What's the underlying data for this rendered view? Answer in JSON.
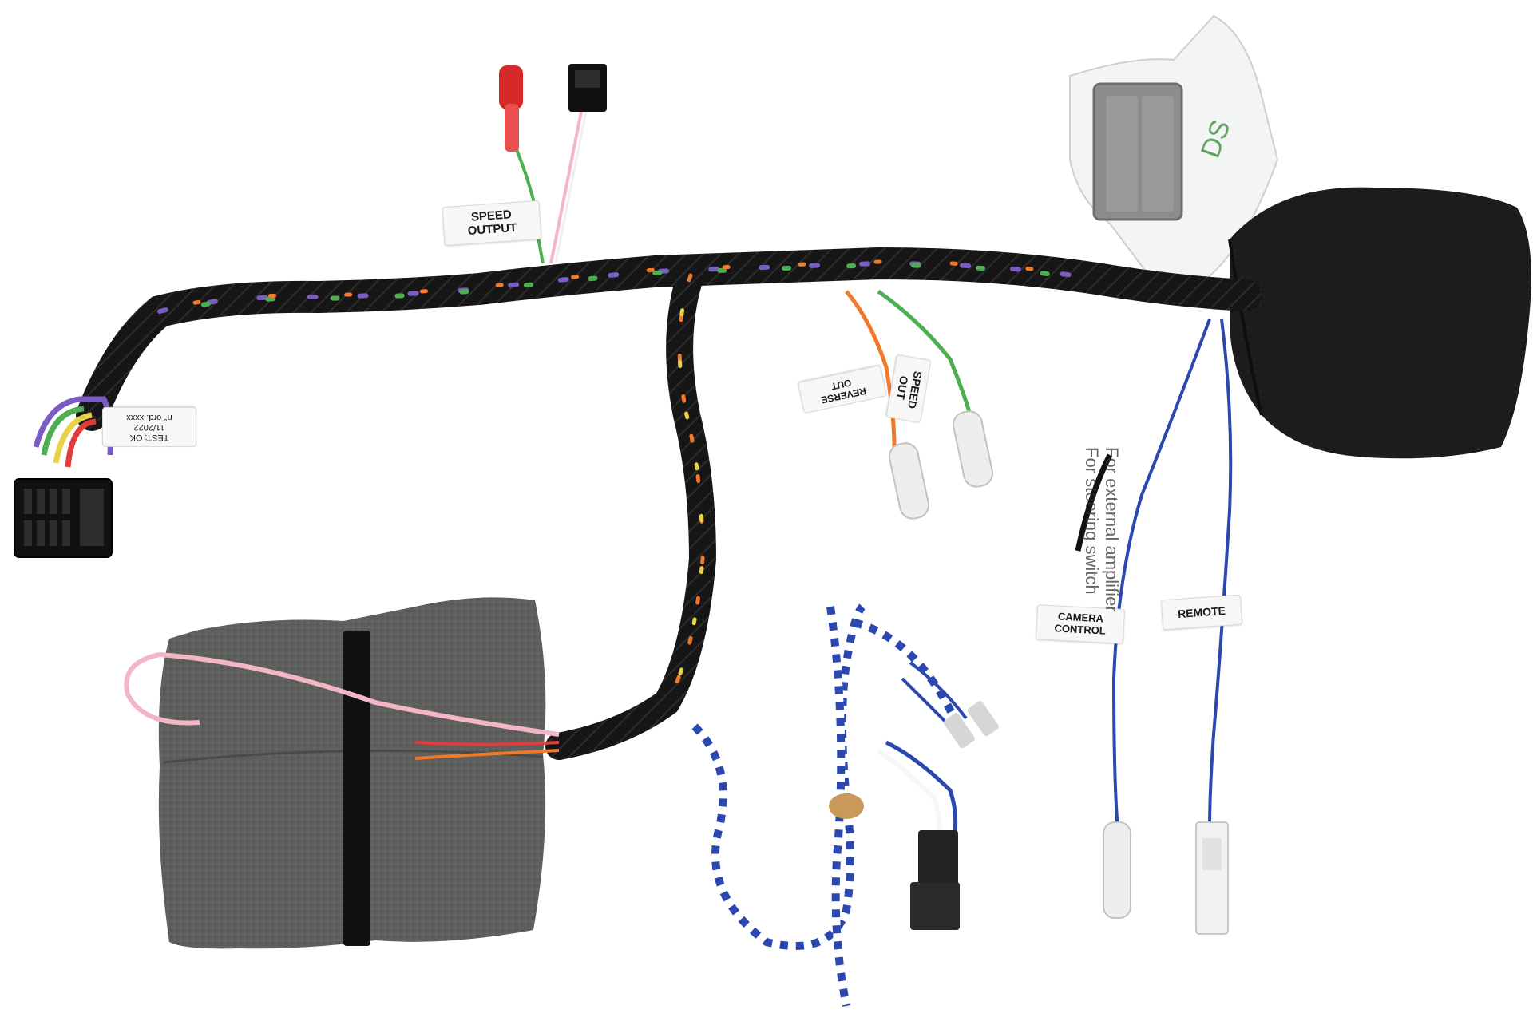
{
  "photo_subject": "radio wiring harness",
  "labels": {
    "speed_output": [
      "SPEED",
      "OUTPUT"
    ],
    "reverse_out": [
      "REVERSE",
      "OUT"
    ],
    "speed_out": [
      "SPEED",
      "OUT"
    ],
    "camera_control": [
      "CAMERA",
      "CONTROL"
    ],
    "remote": "REMOTE",
    "test_tag": [
      "TEST: OK",
      "11/2022",
      "n° ord. xxxx"
    ],
    "sticker_lines": [
      "For external amplifier",
      "For steering switch"
    ]
  },
  "colors": {
    "background": "#ffffff",
    "harness_sleeve": "#161616",
    "foam_grey": "#5e5e5c",
    "foam_dark": "#1c1c1e",
    "wire_blue": "#2a48b0",
    "wire_orange": "#f07a2a",
    "wire_green": "#4caf50",
    "wire_pink": "#f2b6c6"
  }
}
